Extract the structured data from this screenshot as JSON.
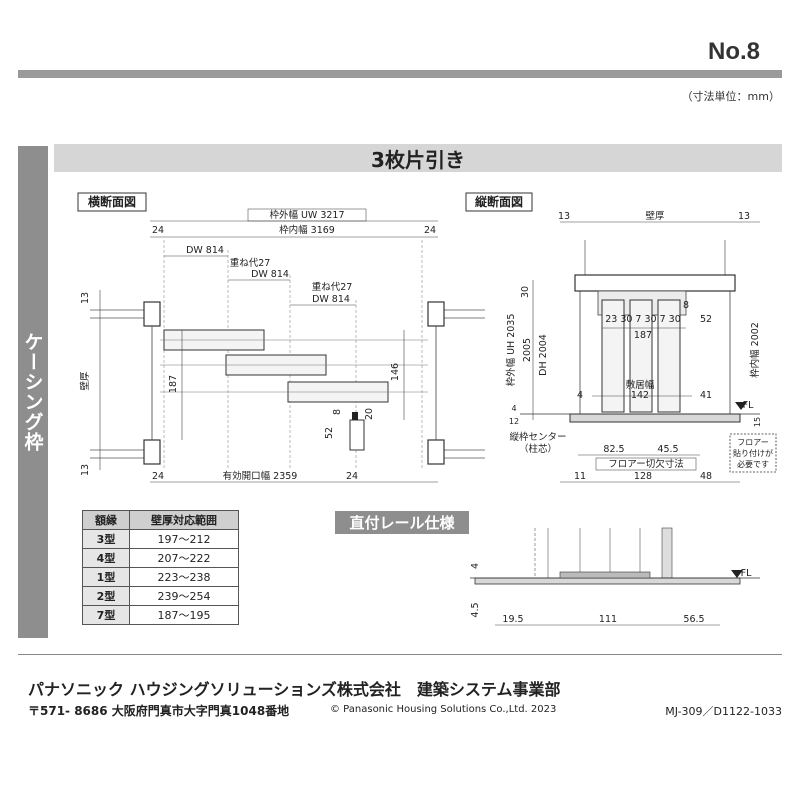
{
  "header": {
    "page_number": "No.8",
    "unit_note": "（寸法単位：mm）"
  },
  "side_label": "ケーシング枠",
  "title": "3枚片引き",
  "horizontal_section": {
    "label": "横断面図",
    "dims": {
      "outer_width": "枠外幅 UW 3217",
      "inner_width": "枠内幅 3169",
      "left_24": "24",
      "right_24": "24",
      "dw1": "DW 814",
      "overlap1": "重ね代27",
      "dw2": "DW 814",
      "overlap2": "重ね代27",
      "dw3": "DW 814",
      "left_13_top": "13",
      "left_13_bottom": "13",
      "wall_thickness": "壁厚",
      "depth_187": "187",
      "depth_146": "146",
      "dim_8": "8",
      "dim_20": "20",
      "dim_52": "52",
      "bottom_left_24": "24",
      "bottom_right_24": "24",
      "effective_opening": "有効開口幅 2359"
    }
  },
  "vertical_section": {
    "label": "縦断面図",
    "dims": {
      "left_13": "13",
      "right_13": "13",
      "wall_thickness": "壁厚",
      "dim_30": "30",
      "outer_height": "枠外幅 UH 2035",
      "h_2005": "2005",
      "dh": "DH 2004",
      "inner_height": "枠内幅 2002",
      "panels": "23 30 7 30 7 30",
      "dim_8": "8",
      "dim_52": "52",
      "dim_187": "187",
      "sill_width_label": "敷居幅",
      "sill_width": "142",
      "dim_4": "4",
      "dim_41": "41",
      "dim_12": "12",
      "dim_15": "15",
      "fl": "FL",
      "frame_center": "縦枠センター",
      "frame_center_sub": "（柱芯）",
      "dim_82_5": "82.5",
      "dim_45_5": "45.5",
      "floor_cut": "フロアー切欠寸法",
      "dim_11": "11",
      "dim_128": "128",
      "dim_48": "48",
      "floor_note": [
        "フロアー",
        "貼り付けが",
        "必要です"
      ]
    }
  },
  "trim_table": {
    "headers": [
      "額縁",
      "壁厚対応範囲"
    ],
    "rows": [
      {
        "type": "3型",
        "range": "197〜212"
      },
      {
        "type": "4型",
        "range": "207〜222"
      },
      {
        "type": "1型",
        "range": "223〜238"
      },
      {
        "type": "2型",
        "range": "239〜254"
      },
      {
        "type": "7型",
        "range": "187〜195"
      }
    ]
  },
  "rail_detail": {
    "label": "直付レール仕様",
    "dims": {
      "dim_4": "4",
      "fl": "FL",
      "dim_4_5": "4.5",
      "dim_19_5": "19.5",
      "dim_111": "111",
      "dim_56_5": "56.5"
    }
  },
  "footer": {
    "company": "パナソニック ハウジングソリューションズ株式会社　建築システム事業部",
    "address": "〒571- 8686 大阪府門真市大字門真1048番地",
    "copyright": "© Panasonic Housing Solutions Co.,Ltd.  2023",
    "doc_code": "MJ-309／D1122-1033"
  }
}
